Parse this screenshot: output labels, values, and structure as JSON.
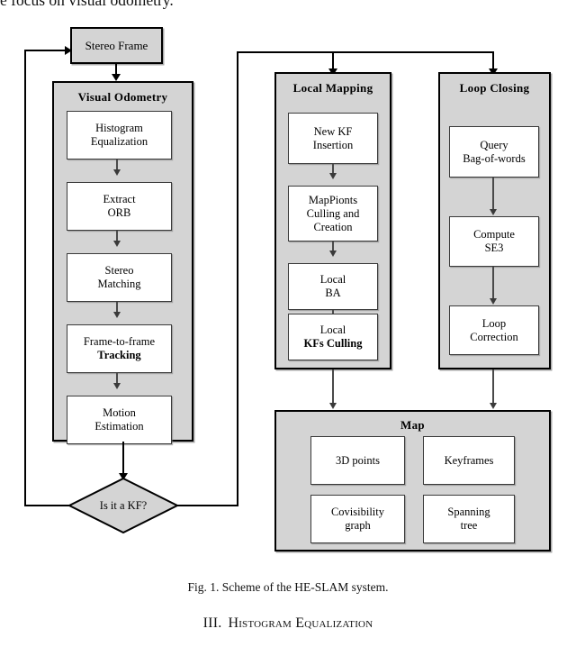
{
  "page": {
    "body_text_partial": "e focus on visual odometry.",
    "figure_caption": "Fig. 1. Scheme of the HE-SLAM system.",
    "section_number": "III.",
    "section_title": "Histogram Equalization"
  },
  "diagram": {
    "title": "Scheme of the HE-SLAM system",
    "colors": {
      "panel_fill": "#d4d4d4",
      "node_fill": "#ffffff",
      "stroke": "#000000",
      "node_stroke": "#3a3a3a",
      "page_background": "#ffffff"
    },
    "input_node": {
      "label": "Stereo Frame"
    },
    "decision_node": {
      "label": "Is it a KF?"
    },
    "panels": [
      {
        "id": "visual-odometry",
        "title": "Visual Odometry",
        "nodes": [
          {
            "id": "histogram-equalization",
            "line1": "Histogram",
            "line2": "Equalization",
            "bold_line": 0
          },
          {
            "id": "extract-orb",
            "line1": "Extract",
            "line2": "ORB",
            "bold_line": 0
          },
          {
            "id": "stereo-matching",
            "line1": "Stereo",
            "line2": "Matching",
            "bold_line": 0
          },
          {
            "id": "frame-to-frame-tracking",
            "line1": "Frame-to-frame",
            "line2": "Tracking",
            "bold_line": 2
          },
          {
            "id": "motion-estimation",
            "line1": "Motion",
            "line2": "Estimation",
            "bold_line": 0
          }
        ]
      },
      {
        "id": "local-mapping",
        "title": "Local Mapping",
        "nodes": [
          {
            "id": "new-kf-insertion",
            "line1": "New KF",
            "line2": "Insertion",
            "bold_line": 0
          },
          {
            "id": "mappoints-culling-creation",
            "line1": "MapPionts",
            "line2": "Culling and",
            "line3": "Creation",
            "bold_line": 0
          },
          {
            "id": "local-ba",
            "line1": "Local",
            "line2": "BA",
            "bold_line": 0
          },
          {
            "id": "local-kfs-culling",
            "line1": "Local",
            "line2": "KFs Culling",
            "bold_line": 2
          }
        ]
      },
      {
        "id": "loop-closing",
        "title": "Loop Closing",
        "nodes": [
          {
            "id": "query-bag-of-words",
            "line1": "Query",
            "line2": "Bag-of-words",
            "bold_line": 0
          },
          {
            "id": "compute-se3",
            "line1": "Compute",
            "line2": "SE3",
            "bold_line": 0
          },
          {
            "id": "loop-correction",
            "line1": "Loop",
            "line2": "Correction",
            "bold_line": 0
          }
        ]
      },
      {
        "id": "map",
        "title": "Map",
        "nodes": [
          {
            "id": "3d-points",
            "line1": "3D points",
            "bold_line": 0
          },
          {
            "id": "keyframes",
            "line1": "Keyframes",
            "bold_line": 0
          },
          {
            "id": "covisibility-graph",
            "line1": "Covisibility",
            "line2": "graph",
            "bold_line": 0
          },
          {
            "id": "spanning-tree",
            "line1": "Spanning",
            "line2": "tree",
            "bold_line": 0
          }
        ]
      }
    ]
  }
}
